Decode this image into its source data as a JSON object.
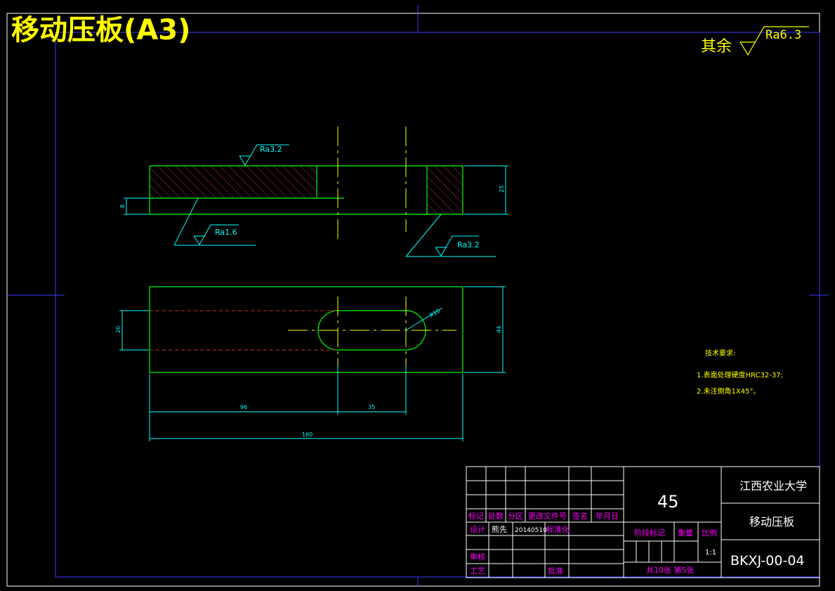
{
  "title": "移动压板(A3)",
  "roughness_general": {
    "prefix": "其余",
    "value": "Ra6.3"
  },
  "roughness_marks": {
    "top": "Ra3.2",
    "bottom_left": "Ra1.6",
    "bottom_right": "Ra3.2"
  },
  "dimensions": {
    "d8": "8",
    "d25": "25",
    "d20": "20",
    "d44": "44",
    "d96": "96",
    "d35": "35",
    "d160": "160",
    "r10": "R10"
  },
  "tech_requirements": {
    "heading": "技术要求:",
    "items": [
      "1.表面处理硬度HRC32-37;",
      "2.未注倒角1X45°。"
    ]
  },
  "title_block": {
    "material": "45",
    "school": "江西农业大学",
    "part_name": "移动压板",
    "drawing_no": "BKXJ-00-04",
    "headers": [
      "标记",
      "处数",
      "分区",
      "更改文件号",
      "签名",
      "年月日"
    ],
    "design_label": "设计",
    "designer": "熊先",
    "date": "20140510",
    "standardize_label": "标准化",
    "check_label": "审核",
    "process_label": "工艺",
    "approve_label": "批准",
    "stage_label": "阶段标记",
    "weight_label": "重量",
    "scale_label": "比例",
    "scale": "1:1",
    "sheets": "共10张  第5张"
  }
}
